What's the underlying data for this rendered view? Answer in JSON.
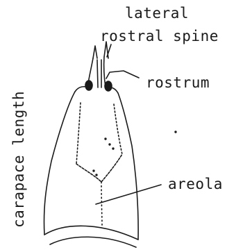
{
  "labels": {
    "lateral": "lateral",
    "rostral_spine": "rostral spine",
    "rostrum": "rostrum",
    "areola": "areola",
    "carapace_length": "carapace length"
  },
  "colors": {
    "ink": "#1a1a1a",
    "background": "#ffffff"
  }
}
